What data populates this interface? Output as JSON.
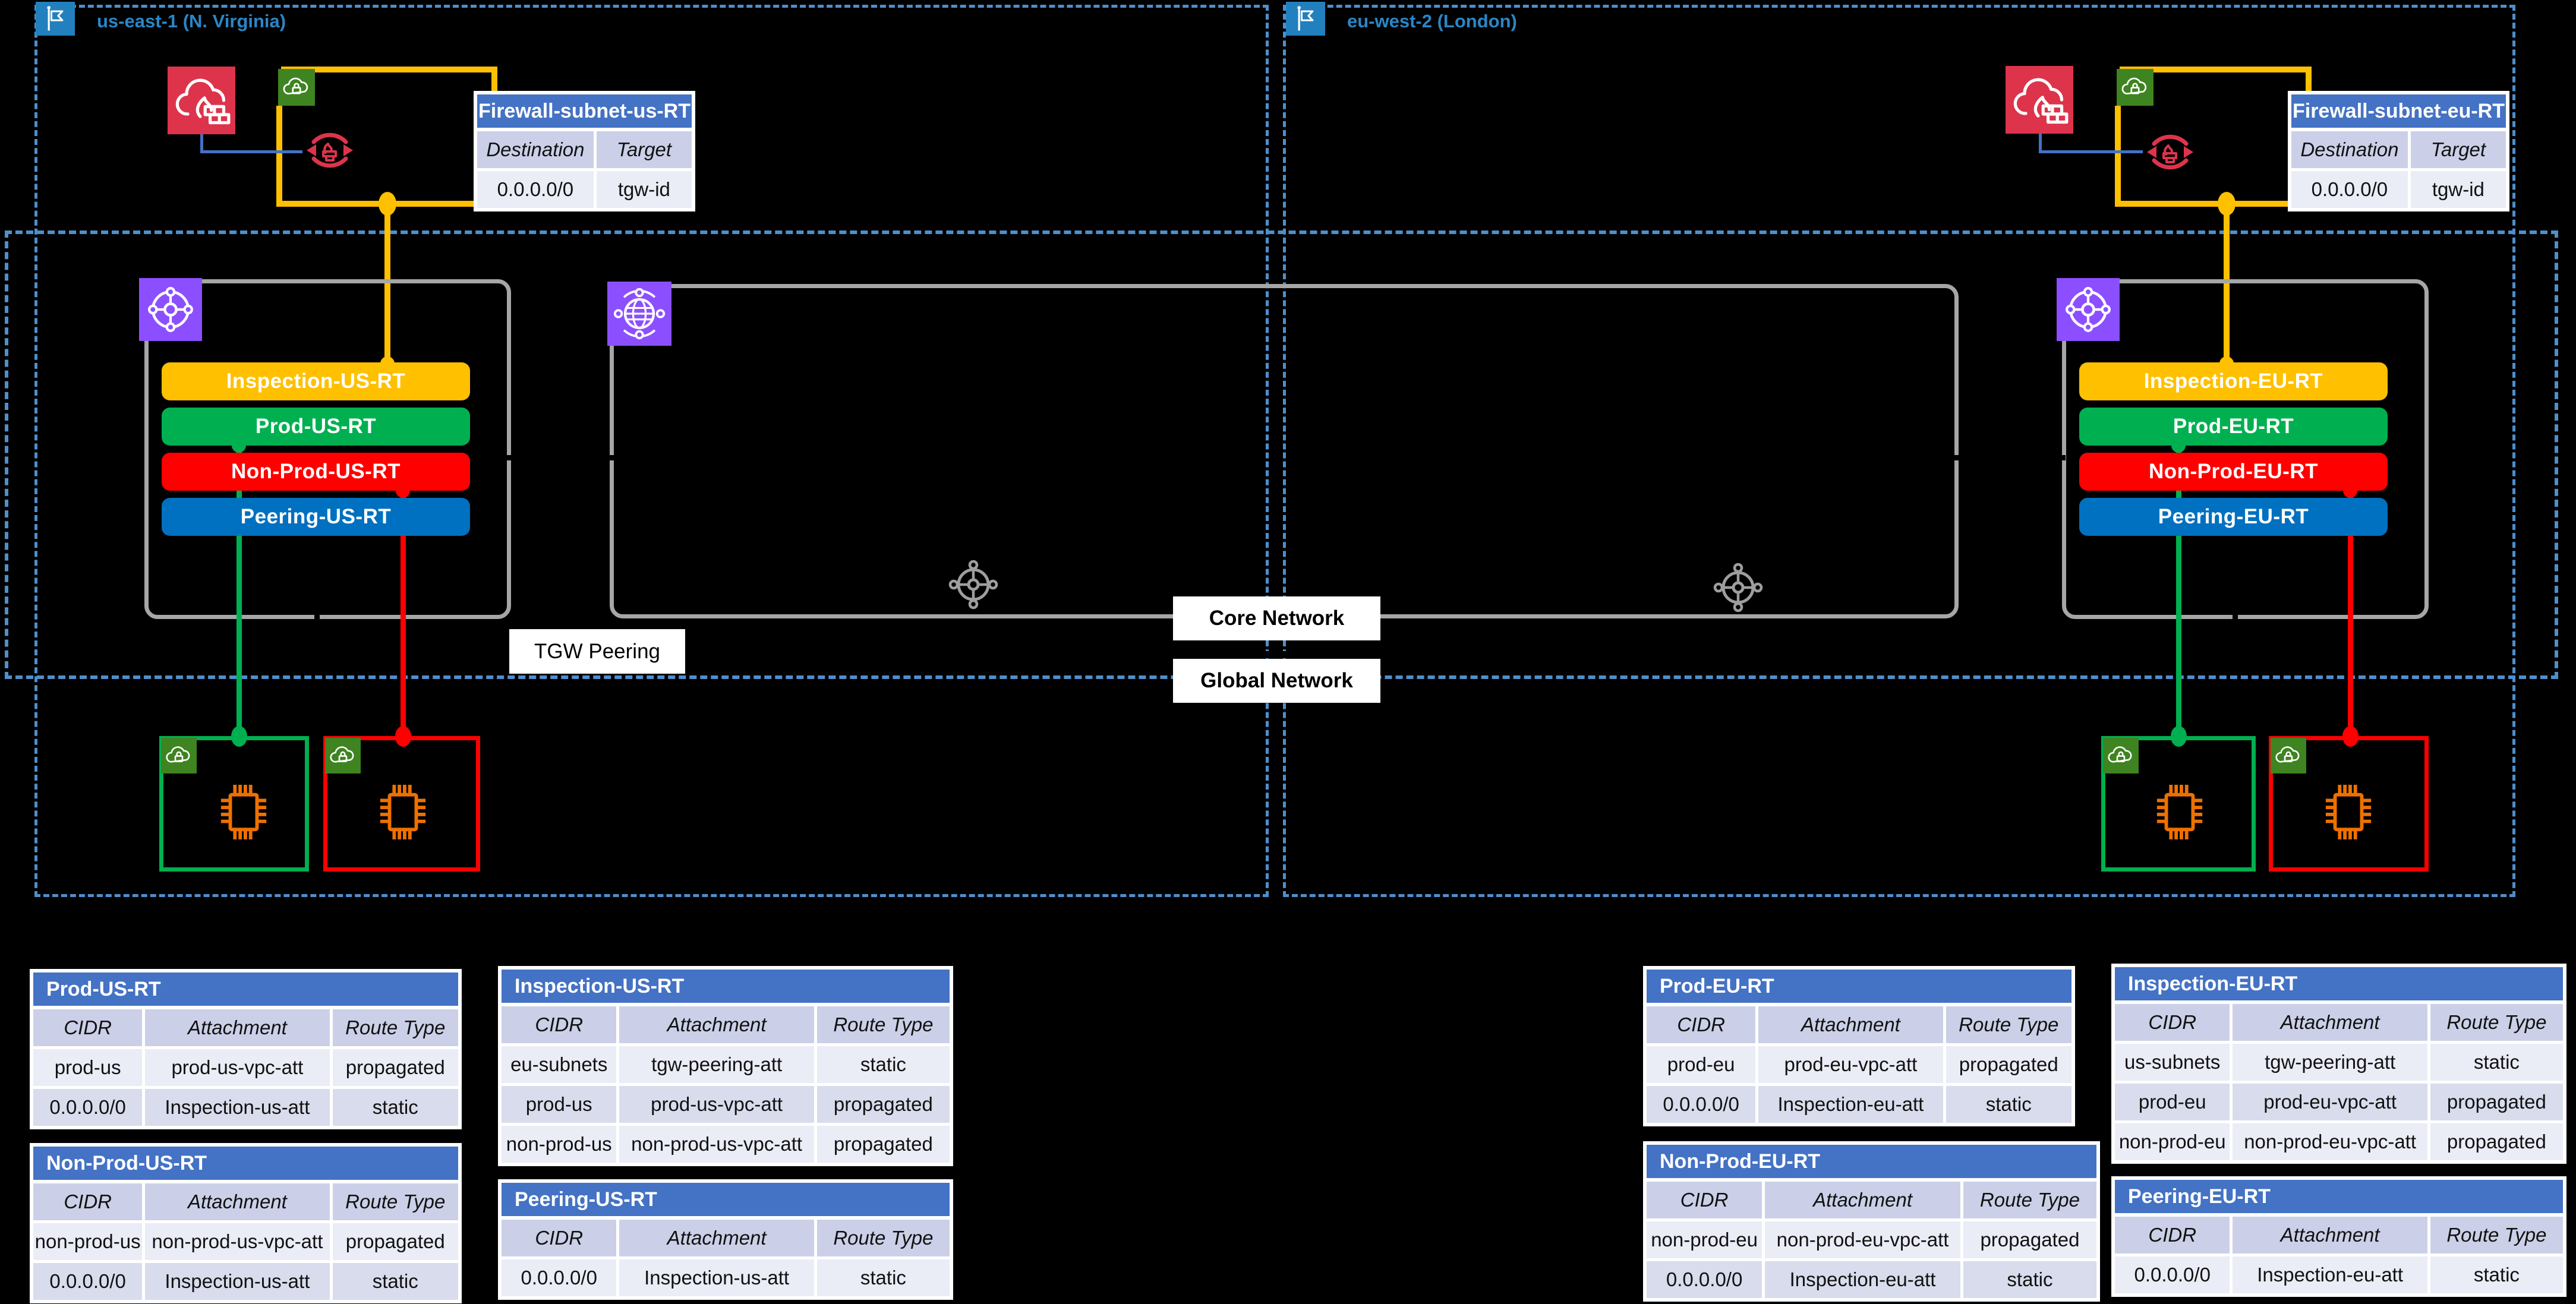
{
  "regions": {
    "us": {
      "label": "us-east-1 (N. Virginia)",
      "firewall_rt": {
        "title": "Firewall-subnet-us-RT",
        "headers": [
          "Destination",
          "Target"
        ],
        "rows": [
          [
            "0.0.0.0/0",
            "tgw-id"
          ]
        ]
      },
      "tgw_pills": [
        "Inspection-US-RT",
        "Prod-US-RT",
        "Non-Prod-US-RT",
        "Peering-US-RT"
      ]
    },
    "eu": {
      "label": "eu-west-2 (London)",
      "firewall_rt": {
        "title": "Firewall-subnet-eu-RT",
        "headers": [
          "Destination",
          "Target"
        ],
        "rows": [
          [
            "0.0.0.0/0",
            "tgw-id"
          ]
        ]
      },
      "tgw_pills": [
        "Inspection-EU-RT",
        "Prod-EU-RT",
        "Non-Prod-EU-RT",
        "Peering-EU-RT"
      ]
    }
  },
  "core": {
    "core_network_label": "Core Network",
    "global_network_label": "Global Network",
    "tgw_peering_label": "TGW Peering"
  },
  "icons": {
    "flag": "region-flag-icon",
    "network_firewall": "network-firewall-icon",
    "private_subnet": "private-subnet-lock-icon",
    "firewall_endpoint": "firewall-endpoint-icon",
    "transit_gateway": "transit-gateway-icon",
    "cloud_wan": "cloud-wan-icon",
    "attachment": "attachment-hub-icon",
    "ec2_chip": "ec2-instance-icon"
  },
  "colors": {
    "accent_blue_dashed": "#4E8FCC",
    "table_header": "#4472C4",
    "pill_orange": "#FFC000",
    "pill_green": "#00B050",
    "pill_red": "#FF0000",
    "pill_blue": "#0070C0",
    "tgw_purple": "#8C4FFF",
    "firewall_red": "#DD344C",
    "subnet_green": "#3E8420",
    "ec2_orange": "#ED7100",
    "box_gray": "#A6A6A6"
  },
  "route_tables": {
    "prod_us": {
      "title": "Prod-US-RT",
      "headers": [
        "CIDR",
        "Attachment",
        "Route Type"
      ],
      "rows": [
        [
          "prod-us",
          "prod-us-vpc-att",
          "propagated"
        ],
        [
          "0.0.0.0/0",
          "Inspection-us-att",
          "static"
        ]
      ]
    },
    "non_prod_us": {
      "title": "Non-Prod-US-RT",
      "headers": [
        "CIDR",
        "Attachment",
        "Route Type"
      ],
      "rows": [
        [
          "non-prod-us",
          "non-prod-us-vpc-att",
          "propagated"
        ],
        [
          "0.0.0.0/0",
          "Inspection-us-att",
          "static"
        ]
      ]
    },
    "inspection_us": {
      "title": "Inspection-US-RT",
      "headers": [
        "CIDR",
        "Attachment",
        "Route Type"
      ],
      "rows": [
        [
          "eu-subnets",
          "tgw-peering-att",
          "static"
        ],
        [
          "prod-us",
          "prod-us-vpc-att",
          "propagated"
        ],
        [
          "non-prod-us",
          "non-prod-us-vpc-att",
          "propagated"
        ]
      ]
    },
    "peering_us": {
      "title": "Peering-US-RT",
      "headers": [
        "CIDR",
        "Attachment",
        "Route Type"
      ],
      "rows": [
        [
          "0.0.0.0/0",
          "Inspection-us-att",
          "static"
        ]
      ]
    },
    "prod_eu": {
      "title": "Prod-EU-RT",
      "headers": [
        "CIDR",
        "Attachment",
        "Route Type"
      ],
      "rows": [
        [
          "prod-eu",
          "prod-eu-vpc-att",
          "propagated"
        ],
        [
          "0.0.0.0/0",
          "Inspection-eu-att",
          "static"
        ]
      ]
    },
    "non_prod_eu": {
      "title": "Non-Prod-EU-RT",
      "headers": [
        "CIDR",
        "Attachment",
        "Route Type"
      ],
      "rows": [
        [
          "non-prod-eu",
          "non-prod-eu-vpc-att",
          "propagated"
        ],
        [
          "0.0.0.0/0",
          "Inspection-eu-att",
          "static"
        ]
      ]
    },
    "inspection_eu": {
      "title": "Inspection-EU-RT",
      "headers": [
        "CIDR",
        "Attachment",
        "Route Type"
      ],
      "rows": [
        [
          "us-subnets",
          "tgw-peering-att",
          "static"
        ],
        [
          "prod-eu",
          "prod-eu-vpc-att",
          "propagated"
        ],
        [
          "non-prod-eu",
          "non-prod-eu-vpc-att",
          "propagated"
        ]
      ]
    },
    "peering_eu": {
      "title": "Peering-EU-RT",
      "headers": [
        "CIDR",
        "Attachment",
        "Route Type"
      ],
      "rows": [
        [
          "0.0.0.0/0",
          "Inspection-eu-att",
          "static"
        ]
      ]
    }
  }
}
